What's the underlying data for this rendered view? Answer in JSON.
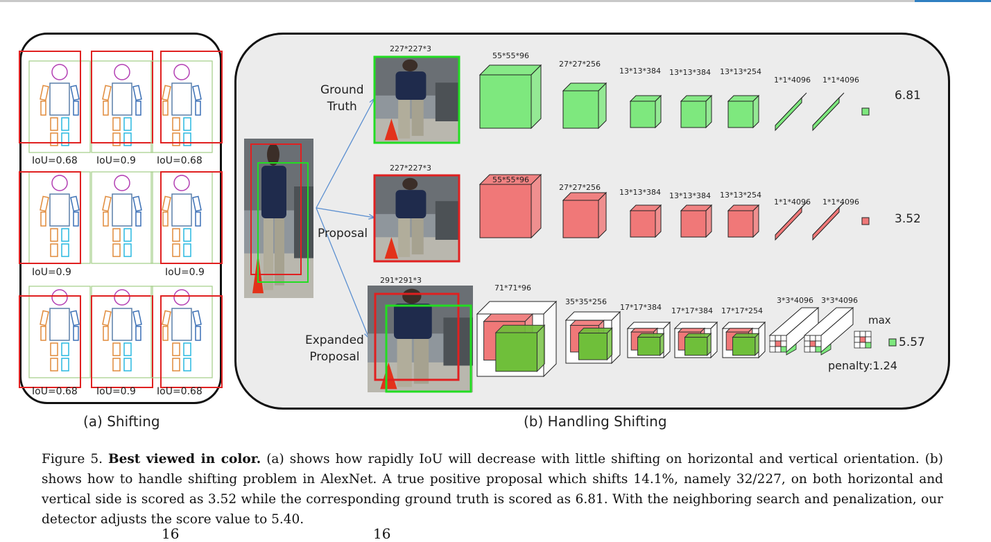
{
  "panel_a": {
    "iou_labels": [
      "IoU=0.68",
      "IoU=0.9",
      "IoU=0.68",
      "IoU=0.9",
      "IoU=0.9",
      "IoU=0.68",
      "IoU=0.9",
      "IoU=0.68"
    ],
    "caption": "(a) Shifting"
  },
  "panel_b": {
    "caption": "(b) Handling Shifting",
    "rows": [
      {
        "label_lines": [
          "Ground",
          "Truth"
        ],
        "input_dim": "227*227*3",
        "layer_dims": [
          "55*55*96",
          "27*27*256",
          "13*13*384",
          "13*13*384",
          "13*13*254",
          "1*1*4096",
          "1*1*4096"
        ],
        "score": "6.81",
        "color": "#7ee87e"
      },
      {
        "label_lines": [
          "Proposal"
        ],
        "input_dim": "227*227*3",
        "layer_dims": [
          "55*55*96",
          "27*27*256",
          "13*13*384",
          "13*13*384",
          "13*13*254",
          "1*1*4096",
          "1*1*4096"
        ],
        "score": "3.52",
        "color": "#f07878"
      },
      {
        "label_lines": [
          "Expanded",
          "Proposal"
        ],
        "input_dim": "291*291*3",
        "layer_dims": [
          "71*71*96",
          "35*35*256",
          "17*17*384",
          "17*17*384",
          "17*17*254",
          "3*3*4096",
          "3*3*4096"
        ],
        "score": "5.57",
        "max_label": "max",
        "penalty": "penalty:1.24"
      }
    ]
  },
  "caption": {
    "figure_label": "Figure 5.",
    "bold": "Best viewed in color.",
    "body": " (a) shows how rapidly IoU will decrease with little shifting on horizontal and vertical orientation. (b) shows how to handle shifting problem in AlexNet. A true positive proposal which shifts 14.1%, namely 32/227, on both horizontal and vertical side is scored as 3.52 while the corresponding ground truth is scored as 6.81. With the neighboring search and penalization, our detector adjusts the score value to 5.40."
  },
  "footer_fragments": [
    "16",
    "16"
  ],
  "colors": {
    "green": "#7ee87e",
    "red": "#f07878",
    "panel_bg": "#ececec"
  }
}
